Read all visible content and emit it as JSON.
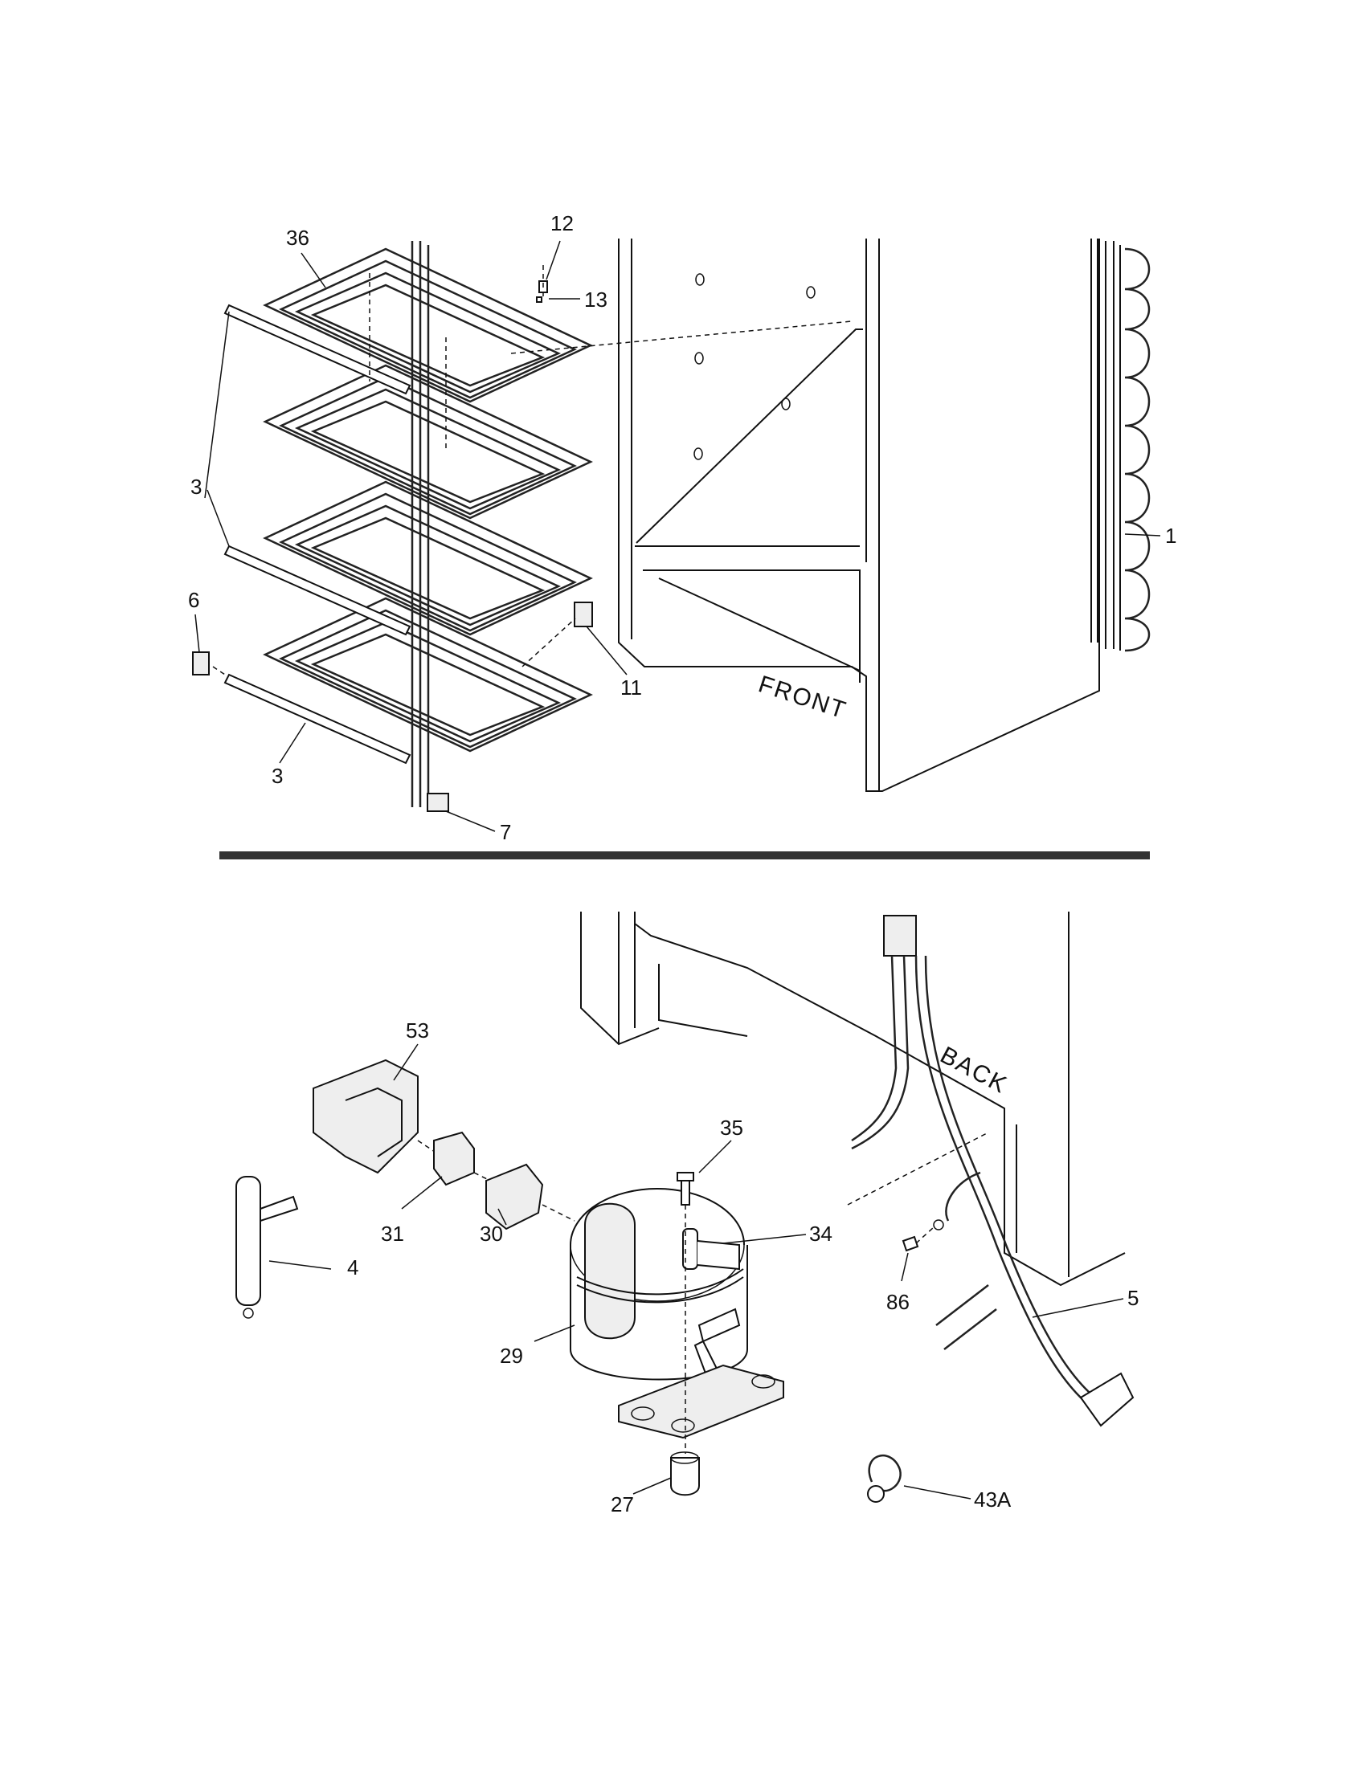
{
  "labels": {
    "front": "FRONT",
    "back": "BACK"
  },
  "callouts": [
    {
      "id": "36",
      "text": "36"
    },
    {
      "id": "12",
      "text": "12"
    },
    {
      "id": "13",
      "text": "13"
    },
    {
      "id": "3a",
      "text": "3"
    },
    {
      "id": "3b",
      "text": "3"
    },
    {
      "id": "6",
      "text": "6"
    },
    {
      "id": "11",
      "text": "11"
    },
    {
      "id": "1",
      "text": "1"
    },
    {
      "id": "7",
      "text": "7"
    },
    {
      "id": "53",
      "text": "53"
    },
    {
      "id": "35",
      "text": "35"
    },
    {
      "id": "34",
      "text": "34"
    },
    {
      "id": "31",
      "text": "31"
    },
    {
      "id": "30",
      "text": "30"
    },
    {
      "id": "4",
      "text": "4"
    },
    {
      "id": "29",
      "text": "29"
    },
    {
      "id": "86",
      "text": "86"
    },
    {
      "id": "5",
      "text": "5"
    },
    {
      "id": "27",
      "text": "27"
    },
    {
      "id": "43a",
      "text": "43A"
    }
  ]
}
